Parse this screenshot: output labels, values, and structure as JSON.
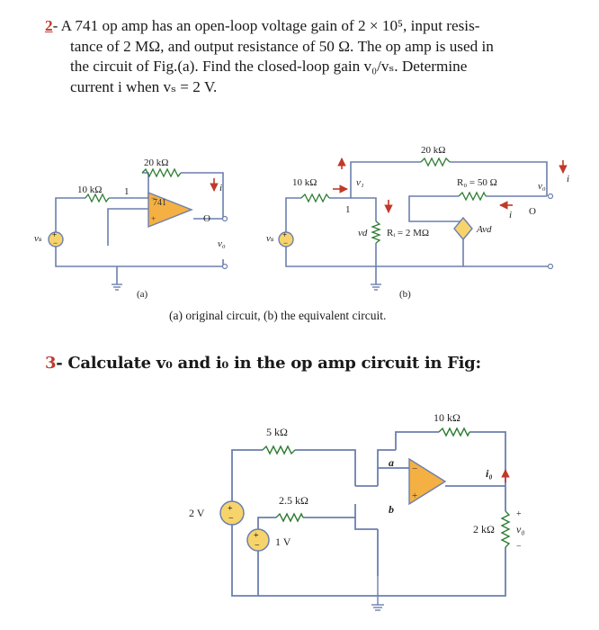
{
  "q2": {
    "number": "2",
    "lines": [
      "A 741 op amp has an open-loop voltage gain of 2 × 10⁵, input resis-",
      "tance of 2 MΩ, and output resistance of 50 Ω. The op amp is used in",
      "the circuit of Fig.(a). Find the closed-loop gain v₀/vₛ. Determine",
      "current i when vₛ = 2 V."
    ]
  },
  "fig_a": {
    "r1": "10 kΩ",
    "rf": "20 kΩ",
    "opamp": "741",
    "node": "1",
    "node_o": "O",
    "current": "i",
    "vs": "vₛ",
    "vo": "v₀",
    "tag": "(a)"
  },
  "fig_b": {
    "r1": "10 kΩ",
    "rf": "20 kΩ",
    "ro": "R₀ = 50 Ω",
    "ri": "Rᵢ = 2 MΩ",
    "gain": "Avd",
    "vd": "vd",
    "v1": "v₁",
    "node": "1",
    "node_o": "O",
    "current": "i",
    "vs": "vₛ",
    "vo": "v₀",
    "tag": "(b)"
  },
  "caption": "(a) original circuit, (b) the equivalent circuit.",
  "q3": {
    "number": "3",
    "text": "Calculate v₀ and i₀ in the op amp circuit in Fig:"
  },
  "fig_c": {
    "r_top_left": "5 kΩ",
    "r_top_right": "10 kΩ",
    "r_mid": "2.5 kΩ",
    "r_load": "2 kΩ",
    "src_left": "2 V",
    "src_mid": "1 V",
    "node_a": "a",
    "node_b": "b",
    "current": "i₀",
    "vo": "v₀"
  },
  "colors": {
    "wire": "#6b7fae",
    "resistor": "#2e7d32",
    "opamp_fill": "#f4b043",
    "source_fill": "#f7d46b",
    "arrow": "#c0392b",
    "number": "#c0392b"
  }
}
